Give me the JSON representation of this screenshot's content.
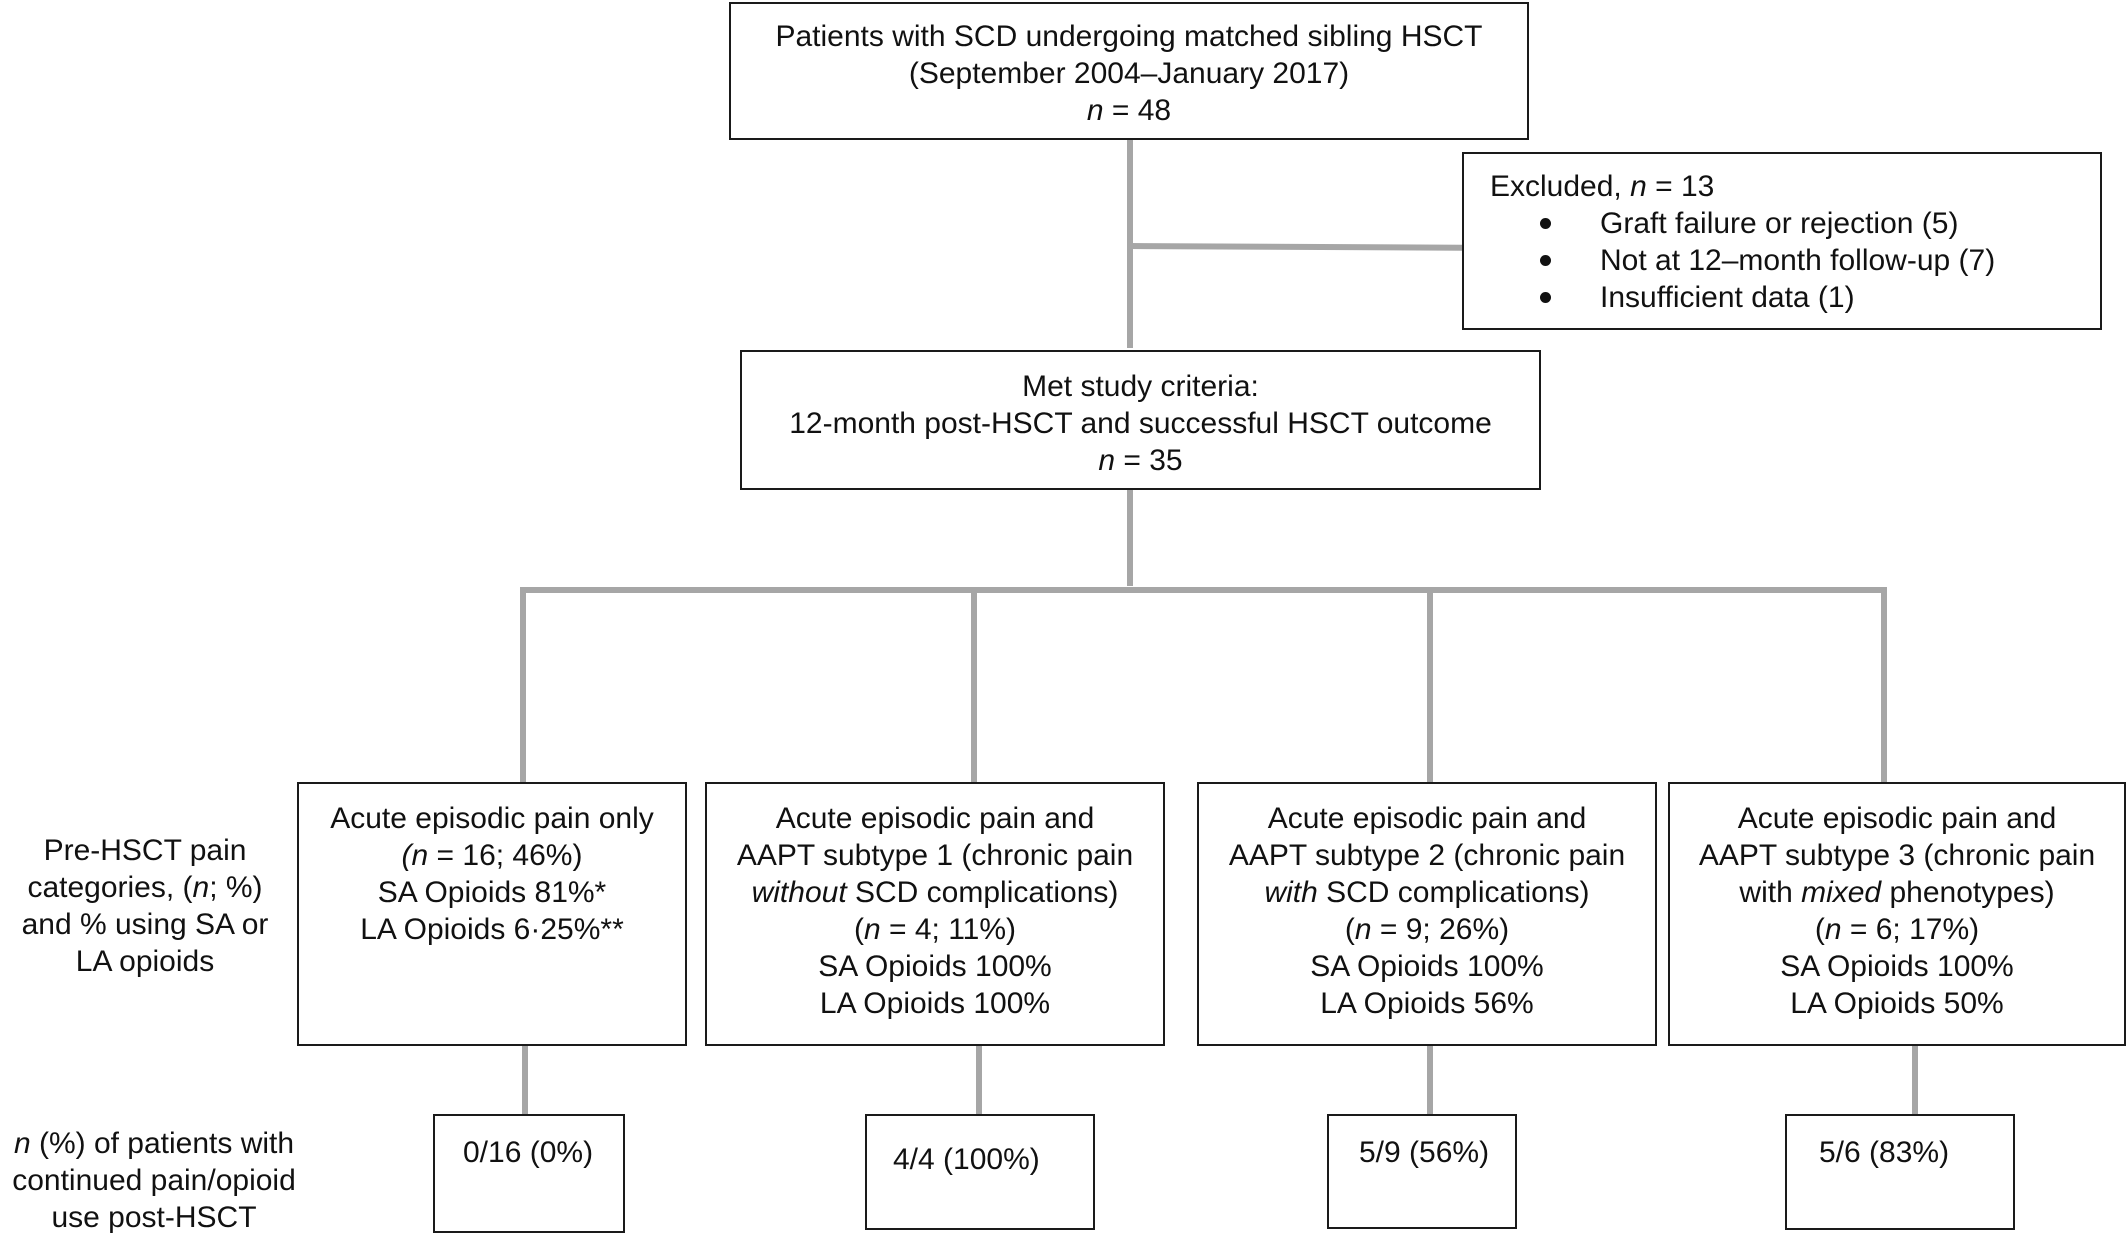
{
  "top_box": {
    "line1": "Patients with SCD undergoing matched sibling HSCT",
    "line2": "(September 2004–January 2017)",
    "n_label": "n",
    "n_value": " = 48"
  },
  "excluded_box": {
    "heading": "Excluded, ",
    "n_label": "n",
    "n_value": " = 13",
    "items": [
      "Graft failure or rejection (5)",
      "Not at 12–month follow-up (7)",
      "Insufficient data (1)"
    ]
  },
  "criteria_box": {
    "line1": "Met study criteria:",
    "line2": "12-month post-HSCT and successful HSCT outcome",
    "n_label": "n",
    "n_value": " = 35"
  },
  "side_labels": {
    "categories": [
      "Pre-HSCT pain",
      "categories, (n; %)",
      "and % using SA or",
      "LA opioids"
    ],
    "categories_italic_n": "n",
    "outcome_n": "n",
    "outcome_rest": " (%) of patients with",
    "outcome_line2": "continued pain/opioid",
    "outcome_line3": "use post-HSCT"
  },
  "category_boxes": [
    {
      "line1": "Acute episodic pain only",
      "n_pre": "(",
      "n_label": "n",
      "n_post": " = 16; 46%)",
      "sa": "SA Opioids 81%*",
      "la": "LA Opioids 6·25%**"
    },
    {
      "line1": "Acute episodic pain and",
      "line2": "AAPT subtype 1 (chronic pain",
      "line3_em": "without",
      "line3_rest": " SCD complications)",
      "n_pre": "(",
      "n_label": "n",
      "n_post": " = 4; 11%)",
      "sa": "SA Opioids 100%",
      "la": "LA Opioids 100%"
    },
    {
      "line1": "Acute episodic pain and",
      "line2": "AAPT subtype 2 (chronic pain",
      "line3_em": "with",
      "line3_rest": " SCD complications)",
      "n_pre": "(",
      "n_label": "n",
      "n_post": " = 9; 26%)",
      "sa": "SA Opioids 100%",
      "la": "LA Opioids 56%"
    },
    {
      "line1": "Acute episodic pain and",
      "line2": "AAPT subtype 3 (chronic pain",
      "line3_pre": "with ",
      "line3_em": "mixed",
      "line3_rest": " phenotypes)",
      "n_pre": "(",
      "n_label": "n",
      "n_post": " = 6; 17%)",
      "sa": "SA Opioids 100%",
      "la": "LA Opioids 50%"
    }
  ],
  "outcome_boxes": [
    "0/16 (0%)",
    "4/4 (100%)",
    "5/9 (56%)",
    "5/6 (83%)"
  ],
  "colors": {
    "connector": "#a6a6a6",
    "box_border": "#1a1a1a",
    "text": "#111111"
  }
}
